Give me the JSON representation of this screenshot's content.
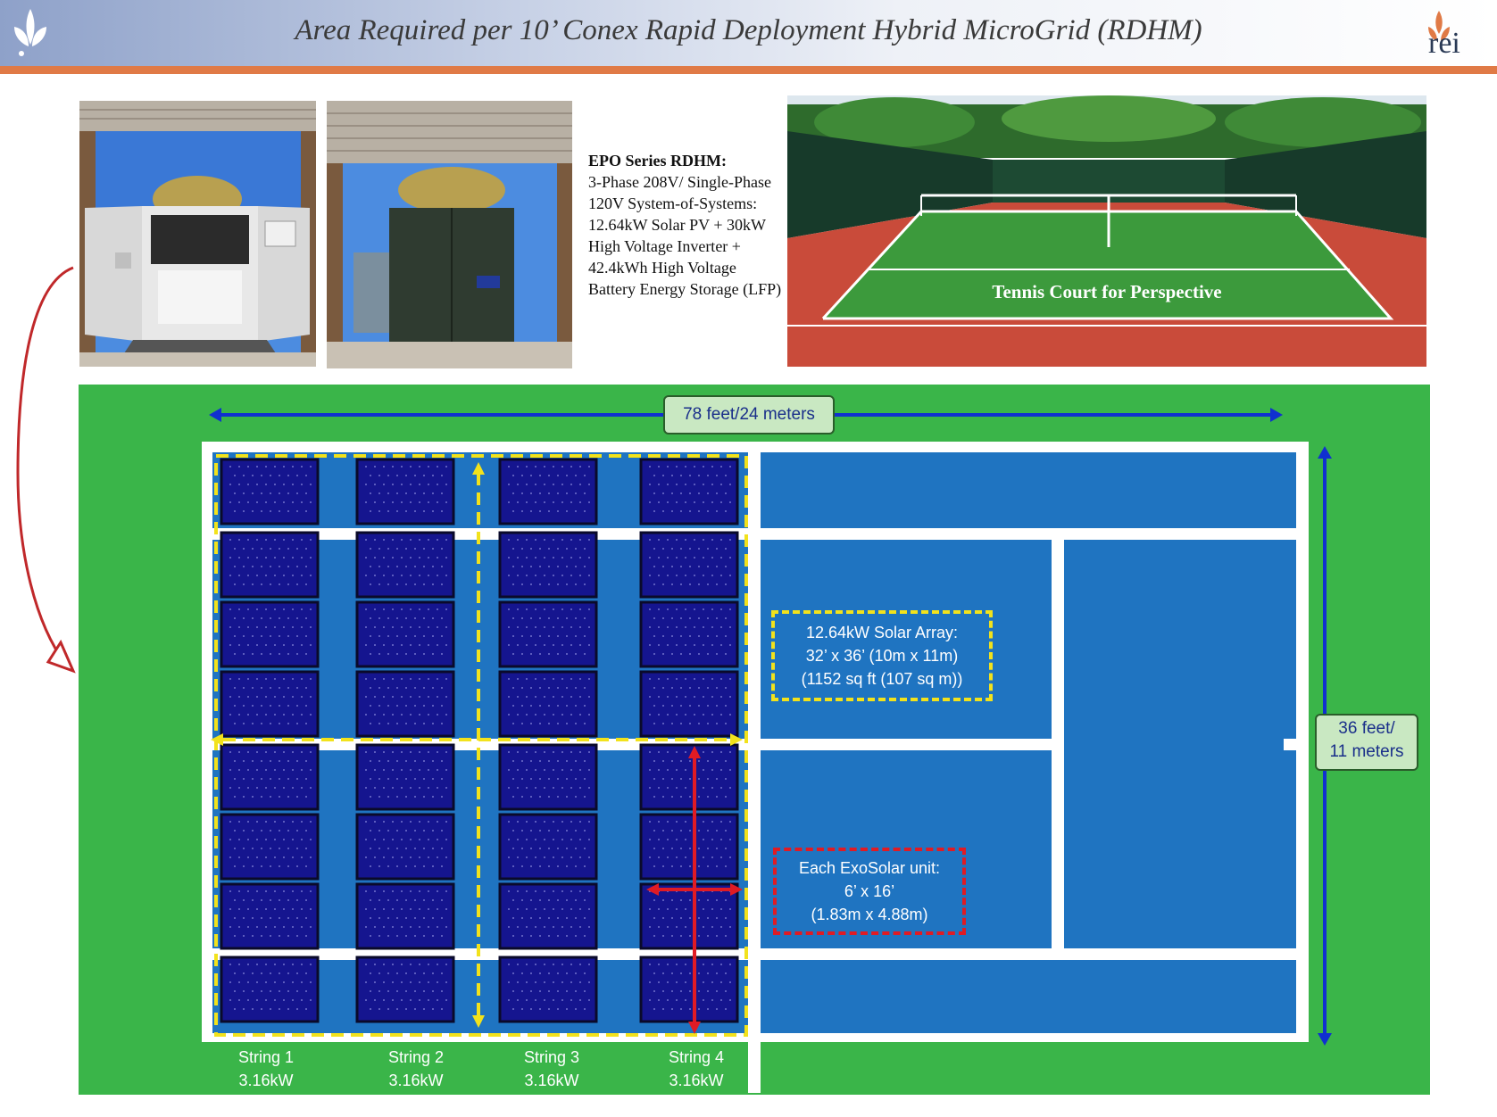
{
  "header": {
    "title": "Area Required per 10’ Conex Rapid Deployment Hybrid MicroGrid (RDHM)",
    "logo_text": "rei"
  },
  "spec": {
    "title": "EPO Series RDHM:",
    "body": "3-Phase 208V/ Single-Phase 120V System-of-Systems: 12.64kW Solar PV + 30kW High Voltage Inverter + 42.4kWh High Voltage Battery Energy Storage (LFP)"
  },
  "court_photo": {
    "caption": "Tennis Court for Perspective"
  },
  "dimensions": {
    "width_line1": "78 feet/24 meters",
    "height_line1": "36 feet/",
    "height_line2": "11 meters"
  },
  "array_note": {
    "line1": "12.64kW Solar Array:",
    "line2": "32’ x 36’ (10m x 11m)",
    "line3": "(1152 sq ft (107 sq m))"
  },
  "unit_note": {
    "line1": "Each ExoSolar unit:",
    "line2": "6’ x 16’",
    "line3": "(1.83m x 4.88m)"
  },
  "strings": [
    {
      "name": "String 1",
      "power": "3.16kW"
    },
    {
      "name": "String 2",
      "power": "3.16kW"
    },
    {
      "name": "String 3",
      "power": "3.16kW"
    },
    {
      "name": "String 4",
      "power": "3.16kW"
    }
  ],
  "colors": {
    "field_green": "#3ab549",
    "court_blue": "#1f74c1",
    "panel_navy": "#15158f",
    "dimension_blue": "#1030d0",
    "array_outline": "#f2e21c",
    "unit_outline": "#e01b24",
    "header_accent": "#e07a46"
  }
}
